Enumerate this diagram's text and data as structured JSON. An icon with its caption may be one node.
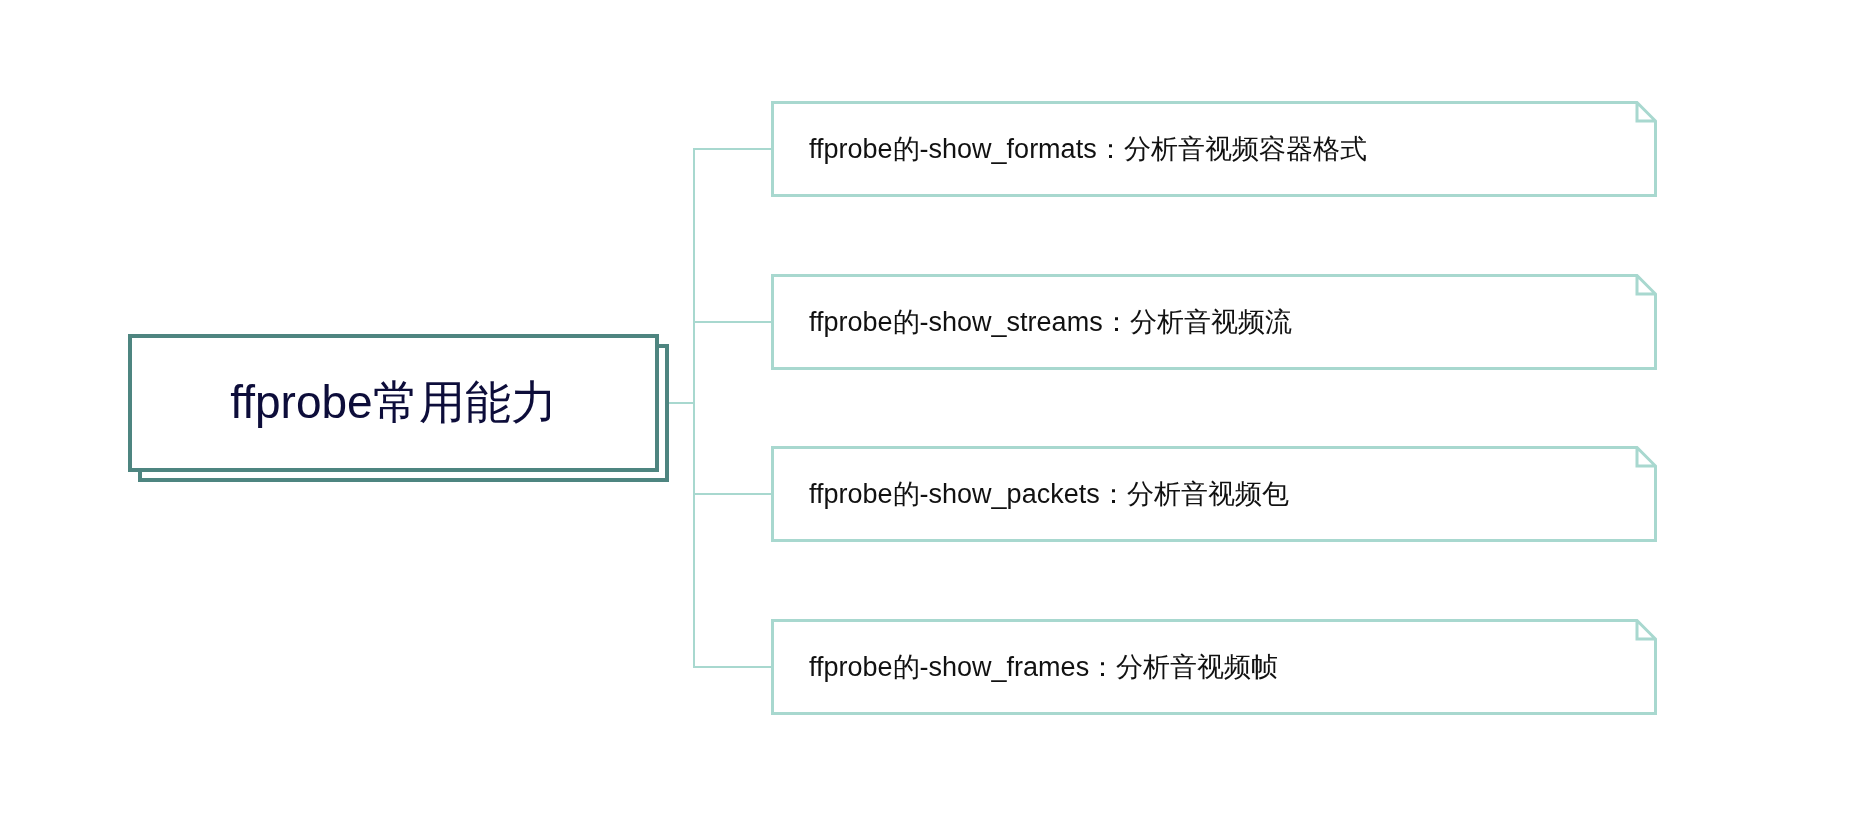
{
  "diagram": {
    "nodes": [
      {
        "text": [
          "ffprobe常用能力"
        ]
      },
      {
        "text": [
          "ffprobe的-show_formats：分析音视频容器格式"
        ]
      },
      {
        "text": [
          "ffprobe的-show_streams：分析音视频流"
        ]
      },
      {
        "text": [
          "ffprobe的-show_packets：分析音视频包"
        ]
      },
      {
        "text": [
          "ffprobe的-show_frames：分析音视频帧"
        ]
      }
    ],
    "edges": [
      {
        "from": 0,
        "to": 1,
        "arrow": "none"
      },
      {
        "from": 0,
        "to": 2,
        "arrow": "none"
      },
      {
        "from": 0,
        "to": 3,
        "arrow": "none"
      },
      {
        "from": 0,
        "to": 4,
        "arrow": "none"
      }
    ]
  }
}
